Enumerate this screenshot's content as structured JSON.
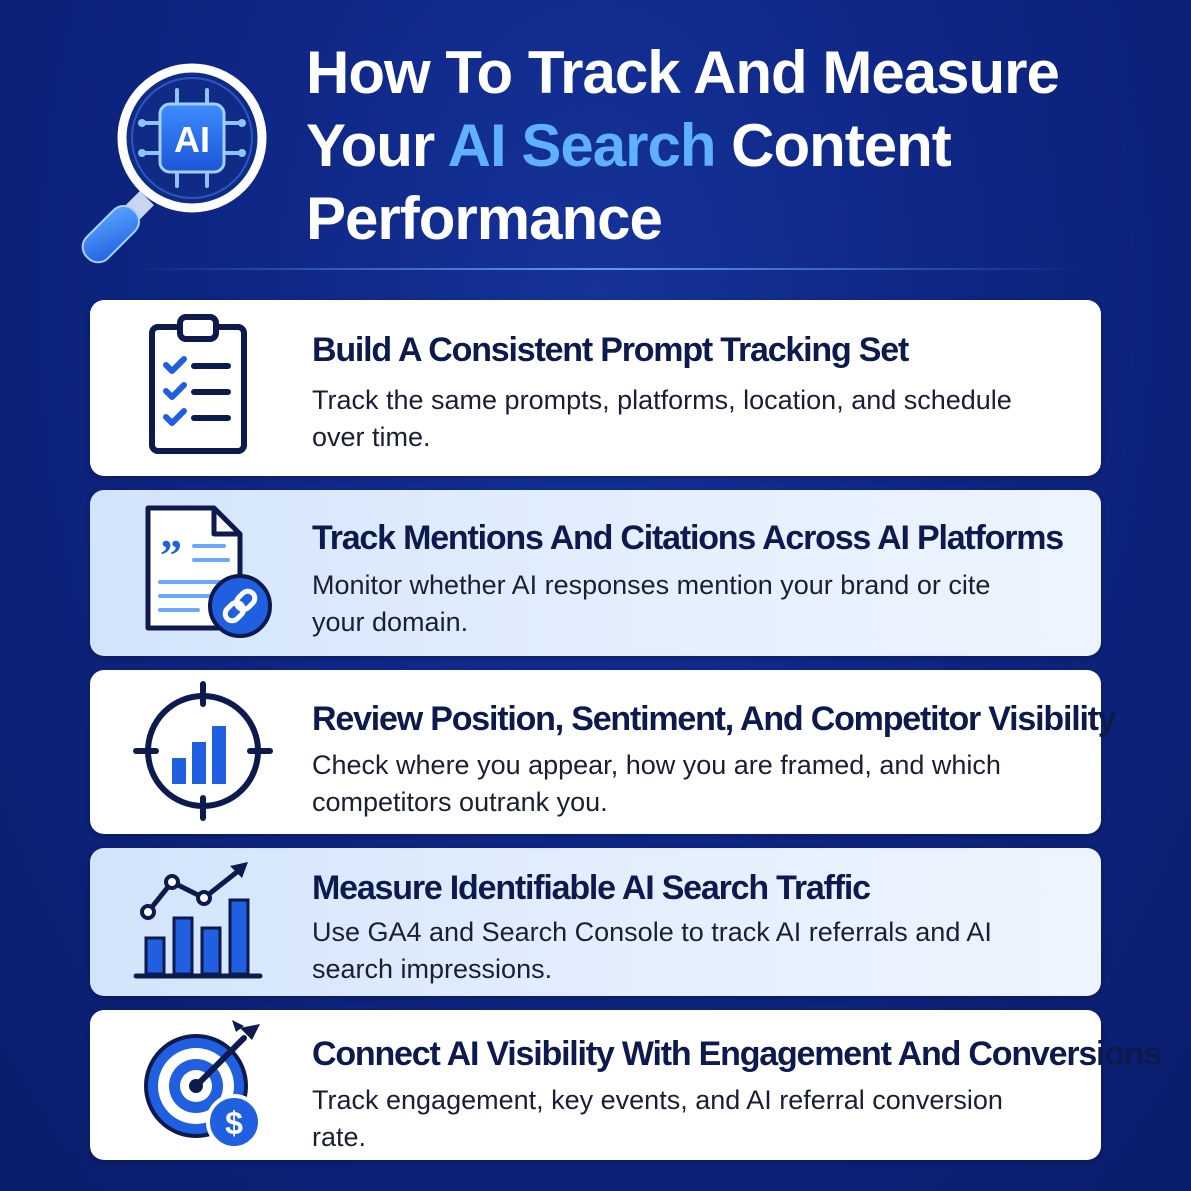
{
  "header": {
    "title_line1": "How To Track And Measure",
    "title_your": "Your ",
    "title_accent": "AI Search",
    "title_content": " Content",
    "title_line3": "Performance",
    "logo_text": "AI",
    "logo_icon": "magnifier-ai-chip-icon"
  },
  "cards": [
    {
      "title": "Build A Consistent Prompt Tracking Set",
      "desc": "Track the same prompts, platforms, location, and schedule over time.",
      "icon": "clipboard-checklist-icon"
    },
    {
      "title": "Track Mentions And Citations Across AI Platforms",
      "desc": "Monitor whether AI responses mention your brand or cite your domain.",
      "icon": "document-quote-link-icon"
    },
    {
      "title": "Review Position, Sentiment, And Competitor Visibility",
      "desc": "Check where you appear, how you are framed, and which competitors outrank you.",
      "icon": "crosshair-bar-chart-icon"
    },
    {
      "title": "Measure Identifiable AI Search Traffic",
      "desc": "Use GA4 and Search Console to track AI referrals and AI search impressions.",
      "icon": "growth-chart-icon"
    },
    {
      "title": "Connect AI Visibility With Engagement And Conversions",
      "desc": "Track engagement, key events, and AI referral conversion rate.",
      "icon": "target-dollar-icon"
    }
  ],
  "colors": {
    "background": "#0e2684",
    "accent": "#5fb0ff",
    "icon_navy": "#0c1a4e",
    "icon_blue": "#1f5fe0"
  }
}
